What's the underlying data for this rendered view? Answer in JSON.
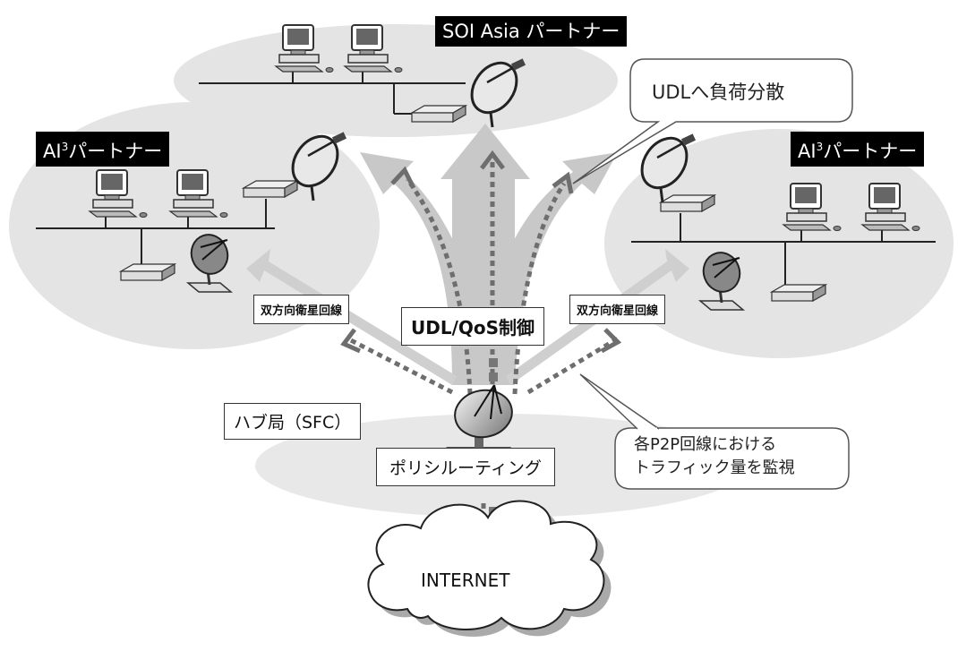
{
  "labels": {
    "soi_asia": "SOI Asia パートナー",
    "ai3_left_prefix": "AI",
    "ai3_left_sup": "3",
    "ai3_left_suffix": "パートナー",
    "ai3_right_prefix": "AI",
    "ai3_right_sup": "3",
    "ai3_right_suffix": "パートナー",
    "bidir_left": "双方向衛星回線",
    "bidir_right": "双方向衛星回線",
    "udl_qos": "UDL/QoS制御",
    "hub": "ハブ局（SFC）",
    "policy_routing": "ポリシルーティング",
    "internet": "INTERNET"
  },
  "callouts": {
    "udl_load": "UDLへ負荷分散",
    "monitor_line1": "各P2P回線における",
    "monitor_line2": "トラフィック量を監視"
  },
  "colors": {
    "site_fill": "#e4e4e4",
    "arrow_fill": "#c8c8c8",
    "dotted": "#6e6e6e",
    "label_bg": "#000000"
  }
}
